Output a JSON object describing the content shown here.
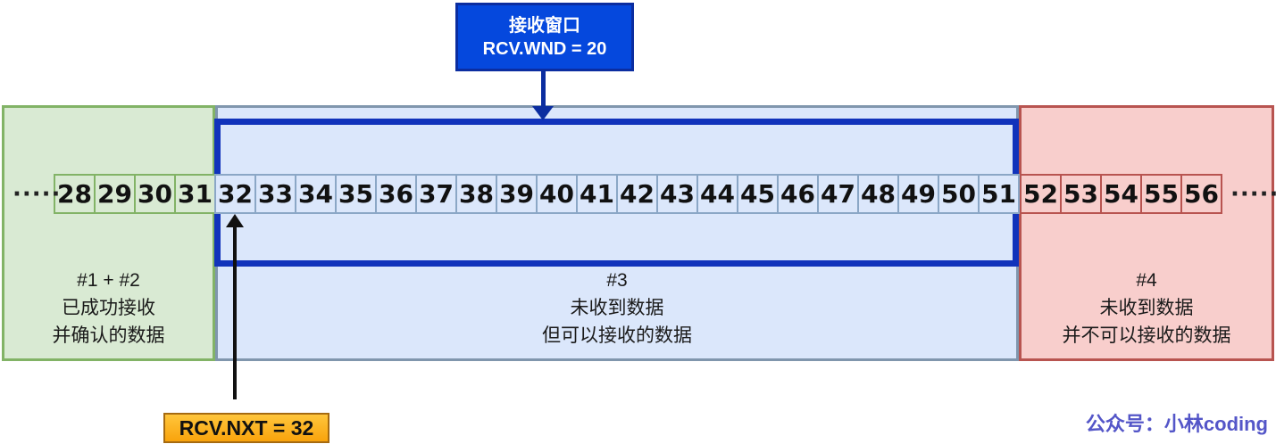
{
  "header": {
    "window_box": {
      "title": "接收窗口",
      "value": "RCV.WND = 20"
    }
  },
  "sequence": {
    "ellipsis_left": "·····",
    "ellipsis_right": "·····",
    "regions": [
      {
        "name": "acked-data",
        "label_lines": [
          "#1 + #2",
          "已成功接收",
          "并确认的数据"
        ],
        "cells": [
          28,
          29,
          30,
          31
        ],
        "fill": "#d9ead3",
        "border": "#82b366",
        "cell_fill": "#d9ead3",
        "cell_border": "#82b366"
      },
      {
        "name": "receive-window",
        "label_lines": [
          "#3",
          "未收到数据",
          "但可以接收的数据"
        ],
        "cells": [
          32,
          33,
          34,
          35,
          36,
          37,
          38,
          39,
          40,
          41,
          42,
          43,
          44,
          45,
          46,
          47,
          48,
          49,
          50,
          51
        ],
        "fill": "#dbe7fb",
        "border": "#8096ad",
        "cell_fill": "#dbe7fb",
        "cell_border": "#8ba7c6"
      },
      {
        "name": "unreceivable-data",
        "label_lines": [
          "#4",
          "未收到数据",
          "并不可以接收的数据"
        ],
        "cells": [
          52,
          53,
          54,
          55,
          56
        ],
        "fill": "#f8cecc",
        "border": "#b85450",
        "cell_fill": "#f8cecc",
        "cell_border": "#b85450"
      }
    ]
  },
  "annotations": {
    "rcv_nxt_label": "RCV.NXT = 32",
    "watermark": "公众号：小林coding"
  },
  "colors": {
    "window_frame_border": "#1133bb",
    "title_box_bg": "#0548dd",
    "title_box_border": "#0b2da0",
    "arrow_blue": "#0b2da0",
    "arrow_black": "#111111",
    "pointer_box_bg_top": "#ffc63c",
    "pointer_box_bg_bottom": "#f9a30c",
    "pointer_box_border": "#a66a10",
    "watermark_color": "#5456c8"
  }
}
